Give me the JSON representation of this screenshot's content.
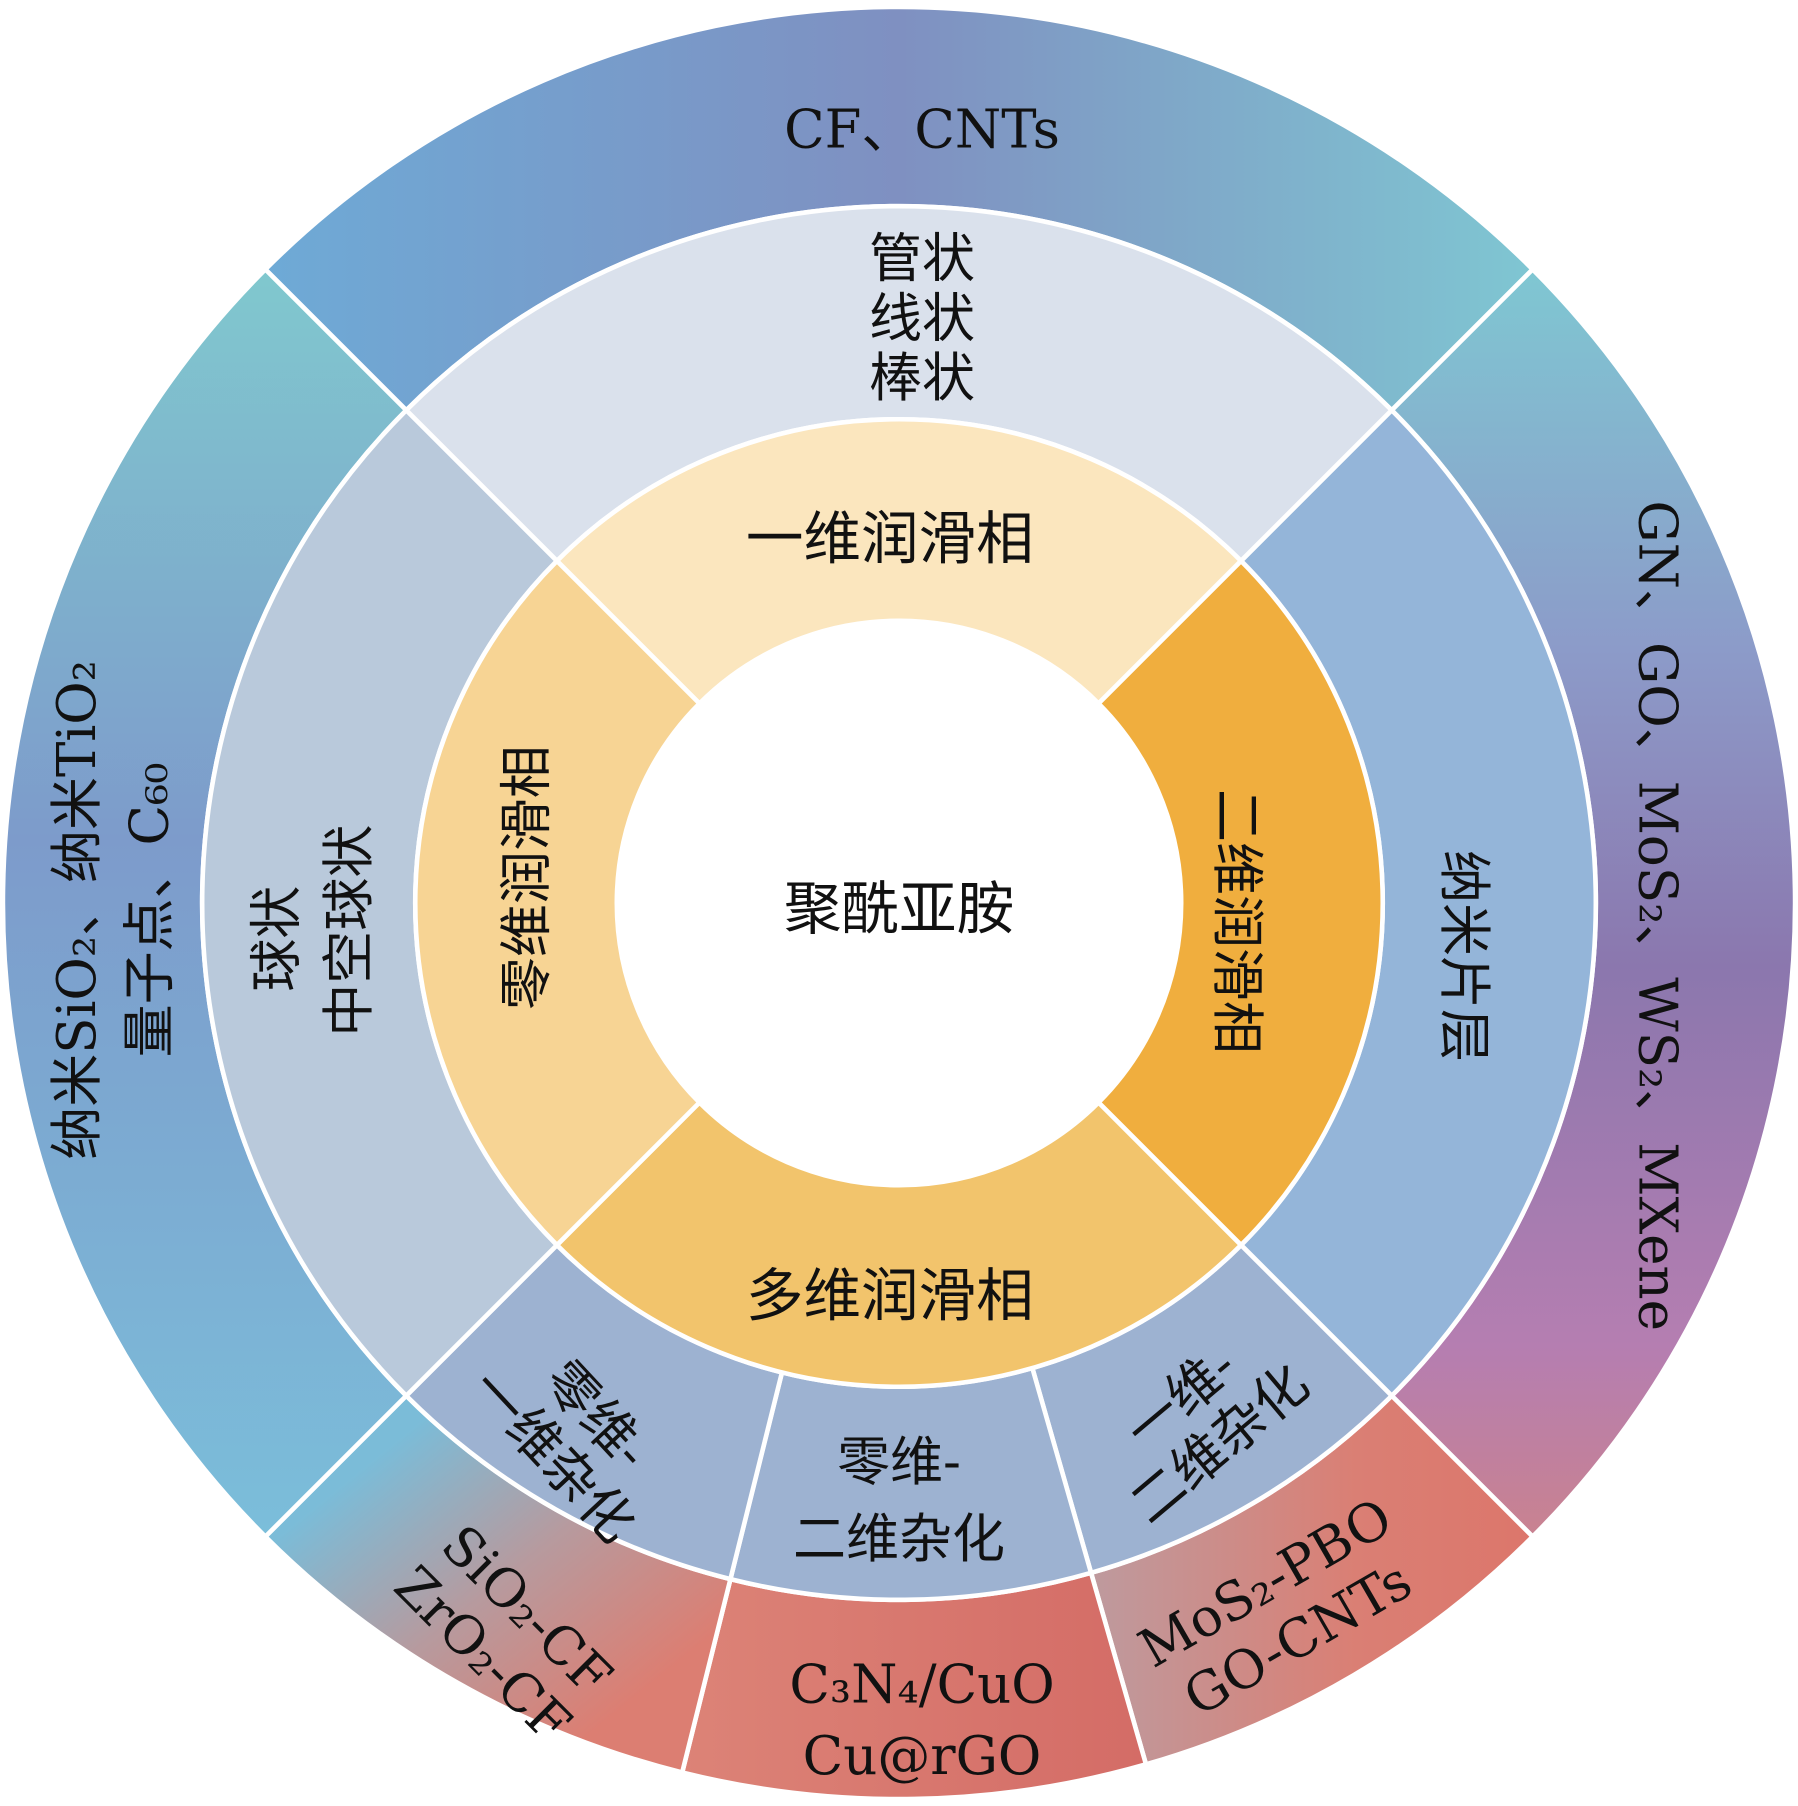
{
  "center": {
    "label": "聚酰亚胺"
  },
  "inner_ring": {
    "top": "一维润滑相",
    "left": "零维润滑相",
    "right": "二维润滑相",
    "bottom": "多维润滑相"
  },
  "middle_ring": {
    "top": [
      "管状",
      "线状",
      "棒状"
    ],
    "left": [
      "球状",
      "中空球状"
    ],
    "right": "纳米片层",
    "bottom_left": [
      "零维-",
      "一维杂化"
    ],
    "bottom_center": [
      "零维-",
      "二维杂化"
    ],
    "bottom_right": [
      "一维-",
      "二维杂化"
    ]
  },
  "outer_ring": {
    "top": "CF、CNTs",
    "left": [
      "纳米SiO₂、纳米TiO₂",
      "量子点、C₆₀"
    ],
    "right": "GN、GO、MoS₂、WS₂、MXene",
    "bottom_left": [
      "SiO₂-CF",
      "ZrO₂-CF"
    ],
    "bottom_center": [
      "C₃N₄/CuO",
      "Cu@rGO"
    ],
    "bottom_right": [
      "MoS₂-PBO",
      "GO-CNTs"
    ]
  },
  "colors": {
    "inner_top": "#FBE6BE",
    "inner_left": "#F7D494",
    "inner_right": "#F0AE3E",
    "inner_bottom": "#F2C46C",
    "middle_top": "#DAE1EC",
    "middle_left": "#B9C9DB",
    "middle_right": "#94B5D9",
    "middle_bottom": "#9DB2D1"
  }
}
